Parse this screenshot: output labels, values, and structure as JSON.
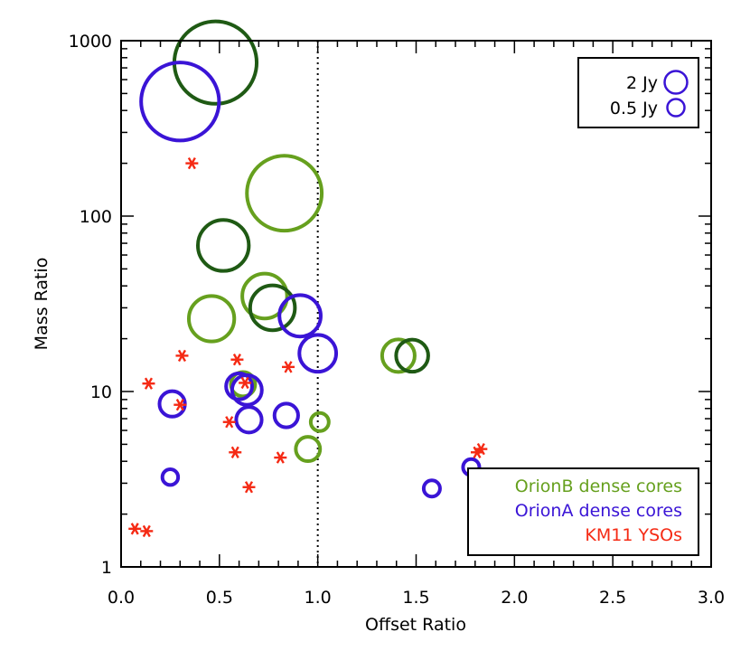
{
  "chart_data": {
    "type": "scatter",
    "xlabel": "Offset Ratio",
    "ylabel": "Mass Ratio",
    "xlim": [
      0.0,
      3.0
    ],
    "ylim": [
      1,
      1000
    ],
    "yscale": "log",
    "xticks": [
      "0.0",
      "0.5",
      "1.0",
      "1.5",
      "2.0",
      "2.5",
      "3.0"
    ],
    "yticks": [
      "1",
      "10",
      "100",
      "1000"
    ],
    "reference_line": {
      "x": 1.0,
      "style": "dotted"
    },
    "size_legend": {
      "placement": "top-right",
      "entries": [
        {
          "label": "2 Jy",
          "flux": 2.0
        },
        {
          "label": "0.5 Jy",
          "flux": 0.5
        }
      ]
    },
    "legend": {
      "placement": "bottom-right",
      "entries": [
        {
          "label": "OrionB dense cores",
          "color": "#66a01e"
        },
        {
          "label": "OrionA dense cores",
          "color": "#3a14d6"
        },
        {
          "label": "KM11 YSOs",
          "color": "#f52a14"
        }
      ]
    },
    "series": [
      {
        "name": "OrionB dense cores",
        "marker": "circle",
        "color": "#66a01e",
        "dark_color": "#1f5a14",
        "points": [
          {
            "x": 0.83,
            "y": 135,
            "flux": 9.5,
            "shade": "light"
          },
          {
            "x": 0.73,
            "y": 35,
            "flux": 3.4,
            "shade": "light"
          },
          {
            "x": 0.46,
            "y": 26,
            "flux": 3.5,
            "shade": "light"
          },
          {
            "x": 0.62,
            "y": 11,
            "flux": 1.0,
            "shade": "light"
          },
          {
            "x": 1.01,
            "y": 6.7,
            "flux": 0.55,
            "shade": "light"
          },
          {
            "x": 0.95,
            "y": 4.7,
            "flux": 1.0,
            "shade": "light"
          },
          {
            "x": 1.41,
            "y": 16,
            "flux": 1.8,
            "shade": "light"
          },
          {
            "x": 0.48,
            "y": 750,
            "flux": 11.5,
            "shade": "dark"
          },
          {
            "x": 0.52,
            "y": 68,
            "flux": 4.4,
            "shade": "dark"
          },
          {
            "x": 0.77,
            "y": 30,
            "flux": 3.4,
            "shade": "dark"
          },
          {
            "x": 1.48,
            "y": 16,
            "flux": 1.75,
            "shade": "dark"
          }
        ]
      },
      {
        "name": "OrionA dense cores",
        "marker": "circle",
        "color": "#3a14d6",
        "points": [
          {
            "x": 0.3,
            "y": 450,
            "flux": 10.3
          },
          {
            "x": 0.91,
            "y": 27,
            "flux": 2.9
          },
          {
            "x": 1.0,
            "y": 16.5,
            "flux": 2.3
          },
          {
            "x": 0.26,
            "y": 8.5,
            "flux": 1.1
          },
          {
            "x": 0.6,
            "y": 10.7,
            "flux": 1.15
          },
          {
            "x": 0.64,
            "y": 10.2,
            "flux": 1.5
          },
          {
            "x": 0.65,
            "y": 6.9,
            "flux": 1.1
          },
          {
            "x": 0.84,
            "y": 7.3,
            "flux": 0.95
          },
          {
            "x": 0.25,
            "y": 3.25,
            "flux": 0.42
          },
          {
            "x": 1.58,
            "y": 2.8,
            "flux": 0.45
          },
          {
            "x": 1.78,
            "y": 3.7,
            "flux": 0.45
          }
        ]
      },
      {
        "name": "KM11 YSOs",
        "marker": "asterisk",
        "color": "#f52a14",
        "points": [
          {
            "x": 0.36,
            "y": 200
          },
          {
            "x": 0.31,
            "y": 16
          },
          {
            "x": 0.59,
            "y": 15.2
          },
          {
            "x": 0.14,
            "y": 11.1
          },
          {
            "x": 0.63,
            "y": 11.2
          },
          {
            "x": 0.85,
            "y": 13.8
          },
          {
            "x": 0.3,
            "y": 8.4
          },
          {
            "x": 0.55,
            "y": 6.7
          },
          {
            "x": 0.58,
            "y": 4.5
          },
          {
            "x": 0.81,
            "y": 4.2
          },
          {
            "x": 0.65,
            "y": 2.85
          },
          {
            "x": 0.07,
            "y": 1.65
          },
          {
            "x": 0.13,
            "y": 1.6
          },
          {
            "x": 1.81,
            "y": 4.5
          },
          {
            "x": 1.83,
            "y": 4.7
          }
        ]
      }
    ]
  }
}
